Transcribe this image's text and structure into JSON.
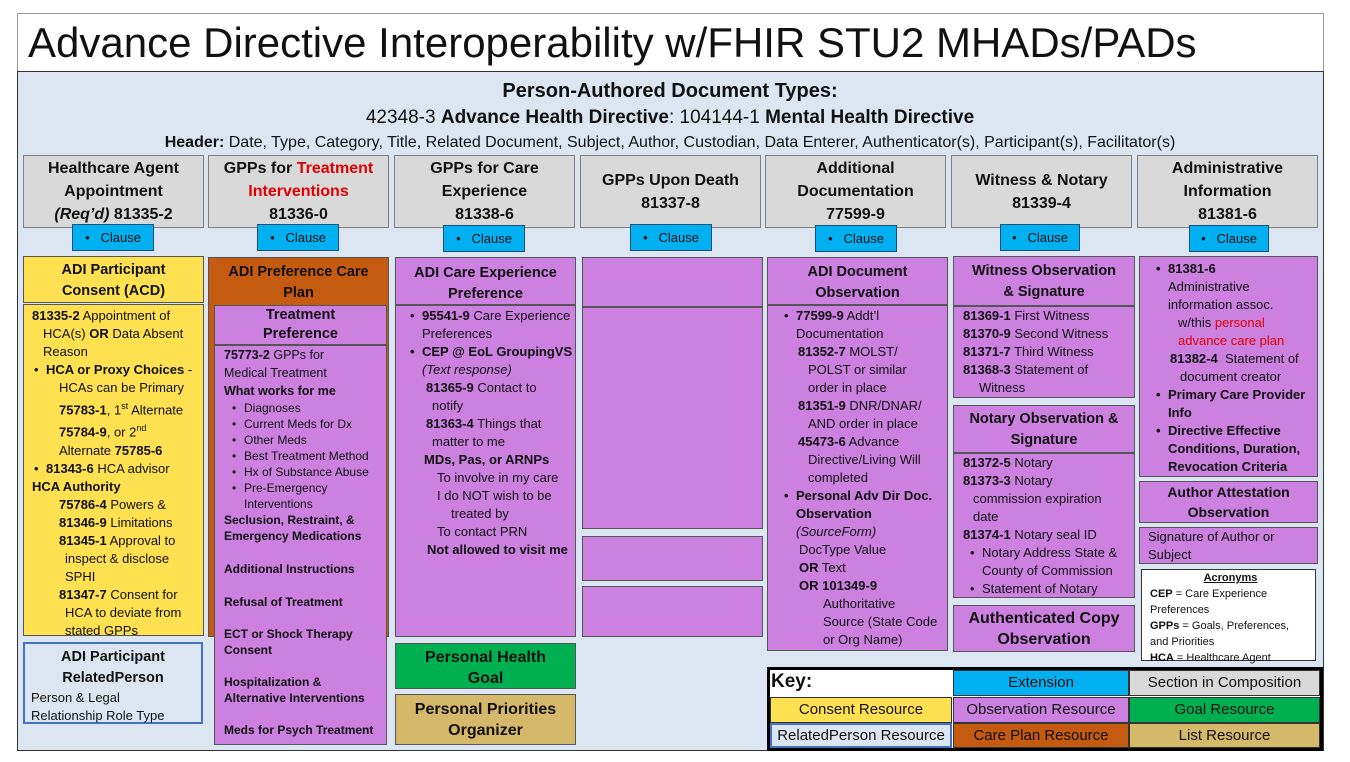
{
  "title": "Advance Directive Interoperability w/FHIR STU2 MHADs/PADs",
  "header": {
    "doc_types_title": "Person-Authored Document Types:",
    "ahd_code": "42348-3",
    "ahd_label": "Advance Health Directive",
    "sep": ":",
    "mhd_code": "104144-1",
    "mhd_label": "Mental Health Directive",
    "header_label": "Header:",
    "header_list": "Date, Type, Category, Title, Related Document, Subject, Author, Custodian, Data Enterer, Authenticator(s), Participant(s), Facilitator(s)"
  },
  "sections": [
    {
      "l1": "Healthcare Agent",
      "l2": "Appointment",
      "req": "(Req’d)",
      "code": "81335-2"
    },
    {
      "l1": "GPPs for",
      "red": "Treatment",
      "l2": "Interventions",
      "code": "81336-0"
    },
    {
      "l1": "GPPs for Care",
      "l2": "Experience",
      "code": "81338-6"
    },
    {
      "l1": "GPPs Upon Death",
      "code": "81337-8"
    },
    {
      "l1": "Additional",
      "l2": "Documentation",
      "code": "77599-9"
    },
    {
      "l1": "Witness & Notary",
      "code": "81339-4"
    },
    {
      "l1": "Administrative",
      "l2": "Information",
      "code": "81381-6"
    }
  ],
  "clause_label": "Clause",
  "col1": {
    "title1": "ADI Participant",
    "title2": "Consent (ACD)",
    "t1": "81335-2",
    "t1b": "Appointment of",
    "t2": "HCA(s)",
    "or": "OR",
    "t2b": "Data Absent",
    "t3": "Reason",
    "hca_choice": "HCA or Proxy Choices",
    "dash": " -",
    "t4": "HCAs can be Primary",
    "c1": "75783-1",
    "c1b": ", 1",
    "st": "st",
    "c1c": "Alternate",
    "c2": "75784-9",
    "c2b": ", or 2",
    "nd": "nd",
    "c2c": "Alternate",
    "c3": "75785-6",
    "adv": "81343-6",
    "advb": "HCA advisor",
    "auth": "HCA Authority",
    "p1": "75786-4",
    "p1b": "Powers &",
    "p2": "81346-9",
    "p2b": "Limitations",
    "p3": "81345-1",
    "p3b": "Approval to",
    "p3c": "inspect & disclose",
    "p3d": "SPHI",
    "p4": "81347-7",
    "p4b": "Consent for",
    "p4c": "HCA to deviate from",
    "p4d": "stated GPPs",
    "rp1": "ADI Participant",
    "rp2": "RelatedPerson",
    "rp3": "Person & Legal",
    "rp4": "Relationship Role Type"
  },
  "col2": {
    "title1": "ADI Preference Care",
    "title2": "Plan",
    "tp1": "Treatment",
    "tp2": "Preference",
    "a1": "75773-2",
    "a1b": "GPPs for",
    "a2": "Medical Treatment",
    "works": "What works for me",
    "items": [
      "Diagnoses",
      "Current Meds for Dx",
      "Other Meds",
      "Best Treatment Method",
      "Hx of Substance Abuse",
      "Pre-Emergency Interventions"
    ],
    "sec": "Seclusion, Restraint, &",
    "sec2": "Emergency Medications",
    "addl": "Additional Instructions",
    "refusal": "Refusal of Treatment",
    "ect": "ECT or Shock Therapy",
    "ect2": "Consent",
    "hosp": "Hospitalization &",
    "hosp2": "Alternative Interventions",
    "meds": "Meds for Psych Treatment"
  },
  "col3": {
    "title1": "ADI Care Experience",
    "title2": "Preference",
    "e1": "95541-9",
    "e1b": "Care Experience",
    "e1c": "Preferences",
    "e2": "CEP @ EoL GroupingVS",
    "e2b": "(Text response)",
    "e3": "81365-9",
    "e3b": "Contact to",
    "e3c": "notify",
    "e4": "81363-4",
    "e4b": "Things that",
    "e4c": "matter to me",
    "mds": "MDs, Pas, or ARNPs",
    "i1": "To involve in my care",
    "i2": "I do NOT wish to be",
    "i3": "treated by",
    "i4": "To contact PRN",
    "notallowed": "Not allowed to visit me",
    "goal1": "Personal Health",
    "goal2": "Goal",
    "ppo1": "Personal Priorities",
    "ppo2": "Organizer"
  },
  "col5": {
    "title1": "ADI Document",
    "title2": "Observation",
    "d1": "77599-9",
    "d1b": "Addt’l",
    "d1c": "Documentation",
    "d2": "81352-7",
    "d2b": "MOLST/",
    "d2c": "POLST or similar",
    "d2d": "order in place",
    "d3": "81351-9",
    "d3b": "DNR/DNAR/",
    "d3c": "AND order in place",
    "d4": "45473-6",
    "d4b": "Advance",
    "d4c": "Directive/Living Will",
    "d4d": "completed",
    "pa1": "Personal Adv Dir Doc.",
    "pa2": "Observation",
    "pa3": "(SourceForm)",
    "pa4": "DocType Value",
    "or": "OR",
    "pa5": "Text",
    "pa6": "101349-9",
    "pa7": "Authoritative",
    "pa8": "Source (State Code",
    "pa9": "or Org Name)"
  },
  "col6": {
    "w1": "Witness Observation",
    "w2": "& Signature",
    "f1": "81369-1",
    "f1b": "First Witness",
    "f2": "81370-9",
    "f2b": "Second Witness",
    "f3": "81371-7",
    "f3b": "Third Witness",
    "f4": "81368-3",
    "f4b": "Statement of",
    "f4c": "Witness",
    "n1": "Notary Observation &",
    "n2": "Signature",
    "g1": "81372-5",
    "g1b": "Notary",
    "g2": "81373-3",
    "g2b": "Notary",
    "g2c": "commission expiration",
    "g2d": "date",
    "g3": "81374-1",
    "g3b": "Notary seal ID",
    "g4": "Notary Address State &",
    "g4b": "County of Commission",
    "g5": "Statement of Notary",
    "ac1": "Authenticated Copy",
    "ac2": "Observation"
  },
  "col7": {
    "a1": "81381-6",
    "a2": "Administrative",
    "a3": "information assoc.",
    "a4": "w/this",
    "a4r": "personal",
    "a5r": "advance care plan",
    "a6": "81382-4",
    "a6b": "Statement of",
    "a7": "document creator",
    "pcp1": "Primary Care Provider",
    "pcp2": "Info",
    "dir1": "Directive Effective",
    "dir2": "Conditions, Duration,",
    "dir3": "Revocation Criteria",
    "aa1": "Author Attestation",
    "aa2": "Observation",
    "sig1": "Signature of Author or",
    "sig2": "Subject",
    "acr": "Acronyms",
    "cep": "CEP",
    "cepb": " = Care Experience",
    "cepc": "Preferences",
    "gpp": "GPPs",
    "gppb": " = Goals, Preferences,",
    "gppc": "and Priorities",
    "hca": "HCA",
    "hcab": " = Healthcare Agent"
  },
  "key": {
    "label": "Key:",
    "extension": "Extension",
    "section": "Section in Composition",
    "consent": "Consent Resource",
    "observation": "Observation Resource",
    "goal": "Goal Resource",
    "relatedperson": "RelatedPerson Resource",
    "careplan": "Care Plan Resource",
    "list": "List Resource"
  },
  "colors": {
    "extension": "#00b0f0",
    "observation": "#cc80e0",
    "consent": "#ffe050",
    "goal": "#00b050",
    "careplan": "#c55a11",
    "list": "#d6b86a",
    "section": "#d9d9d9",
    "bg": "#dce6f2",
    "red": "#e00000"
  }
}
